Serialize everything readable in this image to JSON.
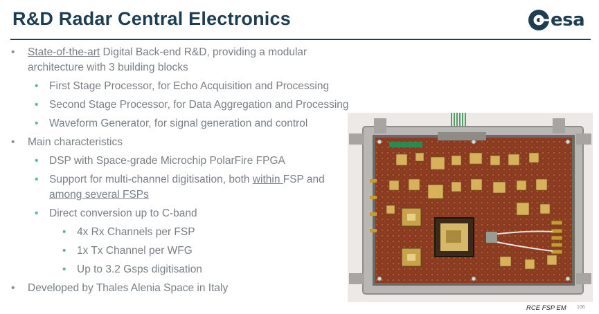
{
  "slide": {
    "title": "R&D Radar Central Electronics",
    "logo_text": "esa",
    "photo_caption": "RCE FSP EM",
    "page_number": "106"
  },
  "bullets": {
    "b1_underlined": "State-of-the-art",
    "b1_rest": " Digital Back-end R&D, providing a modular",
    "b1_line2": "architecture with 3 building blocks",
    "b1_sub1": "First Stage Processor, for Echo Acquisition and Processing",
    "b1_sub2": "Second Stage Processor, for Data Aggregation and Processing",
    "b1_sub3": "Waveform Generator, for signal generation and control",
    "b2": "Main characteristics",
    "b2_sub1": "DSP with Space-grade Microchip PolarFire FPGA",
    "b2_sub2_a": "Support for multi-channel digitisation, both ",
    "b2_sub2_u1": "within ",
    "b2_sub2_b": "FSP and",
    "b2_sub2_u2": "among several FSPs",
    "b2_sub3": "Direct conversion up to C-band",
    "b2_sub3_a": "4x Rx Channels per FSP",
    "b2_sub3_b": "1x Tx Channel per WFG",
    "b2_sub3_c": "Up to 3.2 Gsps digitisation",
    "b3": "Developed by Thales Alenia Space in Italy"
  },
  "colors": {
    "title": "#1d3e52",
    "sub_bullet": "#5fb3a4",
    "body_text": "#7a7f84",
    "pcb": "#8a3b22",
    "chassis": "#b9b7b3"
  }
}
